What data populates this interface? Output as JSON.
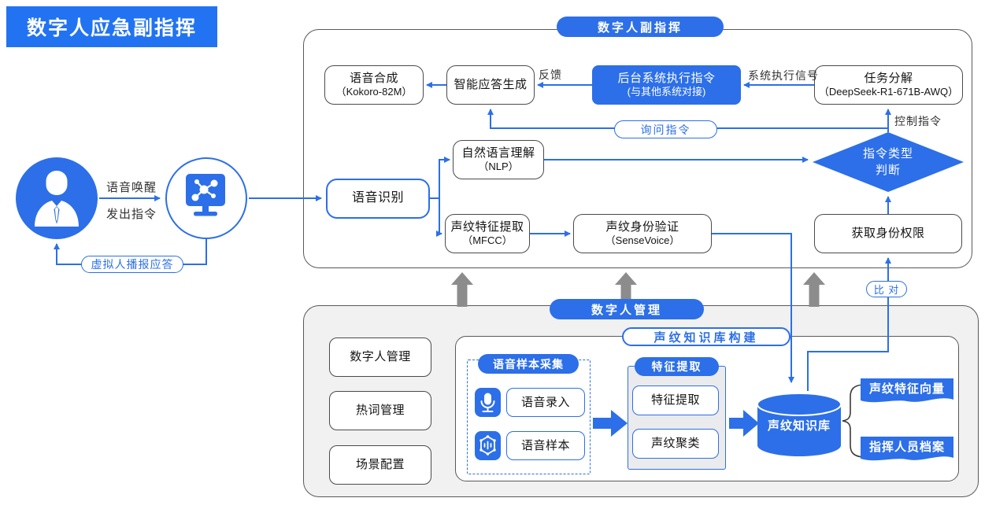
{
  "badge_title": "数字人应急副指挥",
  "actor_flow": {
    "wake_label": "语音唤醒",
    "command_label": "发出指令",
    "reply_pill": "虚拟人播报应答"
  },
  "command_section": {
    "title": "数字人副指挥",
    "tts_line1": "语音合成",
    "tts_line2": "（Kokoro-82M）",
    "answer_gen": "智能应答生成",
    "backend_line1": "后台系统执行指令",
    "backend_line2": "(与其他系统对接)",
    "task_line1": "任务分解",
    "task_line2": "（DeepSeek-R1-671B-AWQ）",
    "nlp_line1": "自然语言理解",
    "nlp_line2": "（NLP）",
    "asr": "语音识别",
    "mfcc_line1": "声纹特征提取",
    "mfcc_line2": "（MFCC）",
    "verify_line1": "声纹身份验证",
    "verify_line2": "（SenseVoice）",
    "identity": "获取身份权限",
    "decision_line1": "指令类型",
    "decision_line2": "判断",
    "label_feedback": "反馈",
    "label_exec_signal": "系统执行信号",
    "label_control": "控制指令",
    "label_query": "询问指令",
    "label_compare": "比 对"
  },
  "manage_section": {
    "title": "数字人管理",
    "menu": [
      "数字人管理",
      "热词管理",
      "场景配置"
    ],
    "panel_title": "声纹知识库构建",
    "collect_title": "语音样本采集",
    "collect_items": [
      "语音录入",
      "语音样本"
    ],
    "feature_title": "特征提取",
    "feature_items": [
      "特征提取",
      "声纹聚类"
    ],
    "database_label": "声纹知识库",
    "output_flags": [
      "声纹特征向量",
      "指挥人员档案"
    ]
  },
  "colors": {
    "accent": "#2C6FE8",
    "border_dark": "#4a4a4a",
    "section_bg": "#f1f1f2",
    "gray_arrow": "#8c8c8c"
  }
}
